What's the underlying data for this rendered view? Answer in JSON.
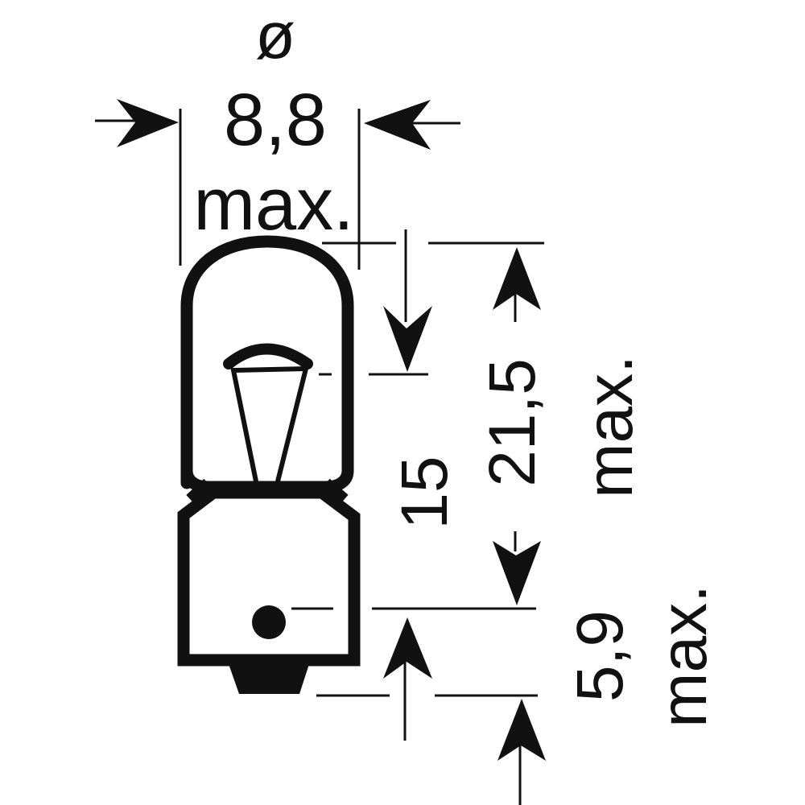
{
  "diagram": {
    "subject": "miniature bulb dimension drawing",
    "units": "mm",
    "colors": {
      "stroke": "#111111",
      "background": "#ffffff"
    },
    "dimensions": {
      "diameter": {
        "symbol": "ø",
        "value": "8,8",
        "qualifier": "max."
      },
      "light_center_length": {
        "value": "15"
      },
      "overall_length": {
        "value": "21,5",
        "qualifier": "max."
      },
      "base_pin_to_end": {
        "value": "5,9",
        "qualifier": "max."
      }
    }
  }
}
